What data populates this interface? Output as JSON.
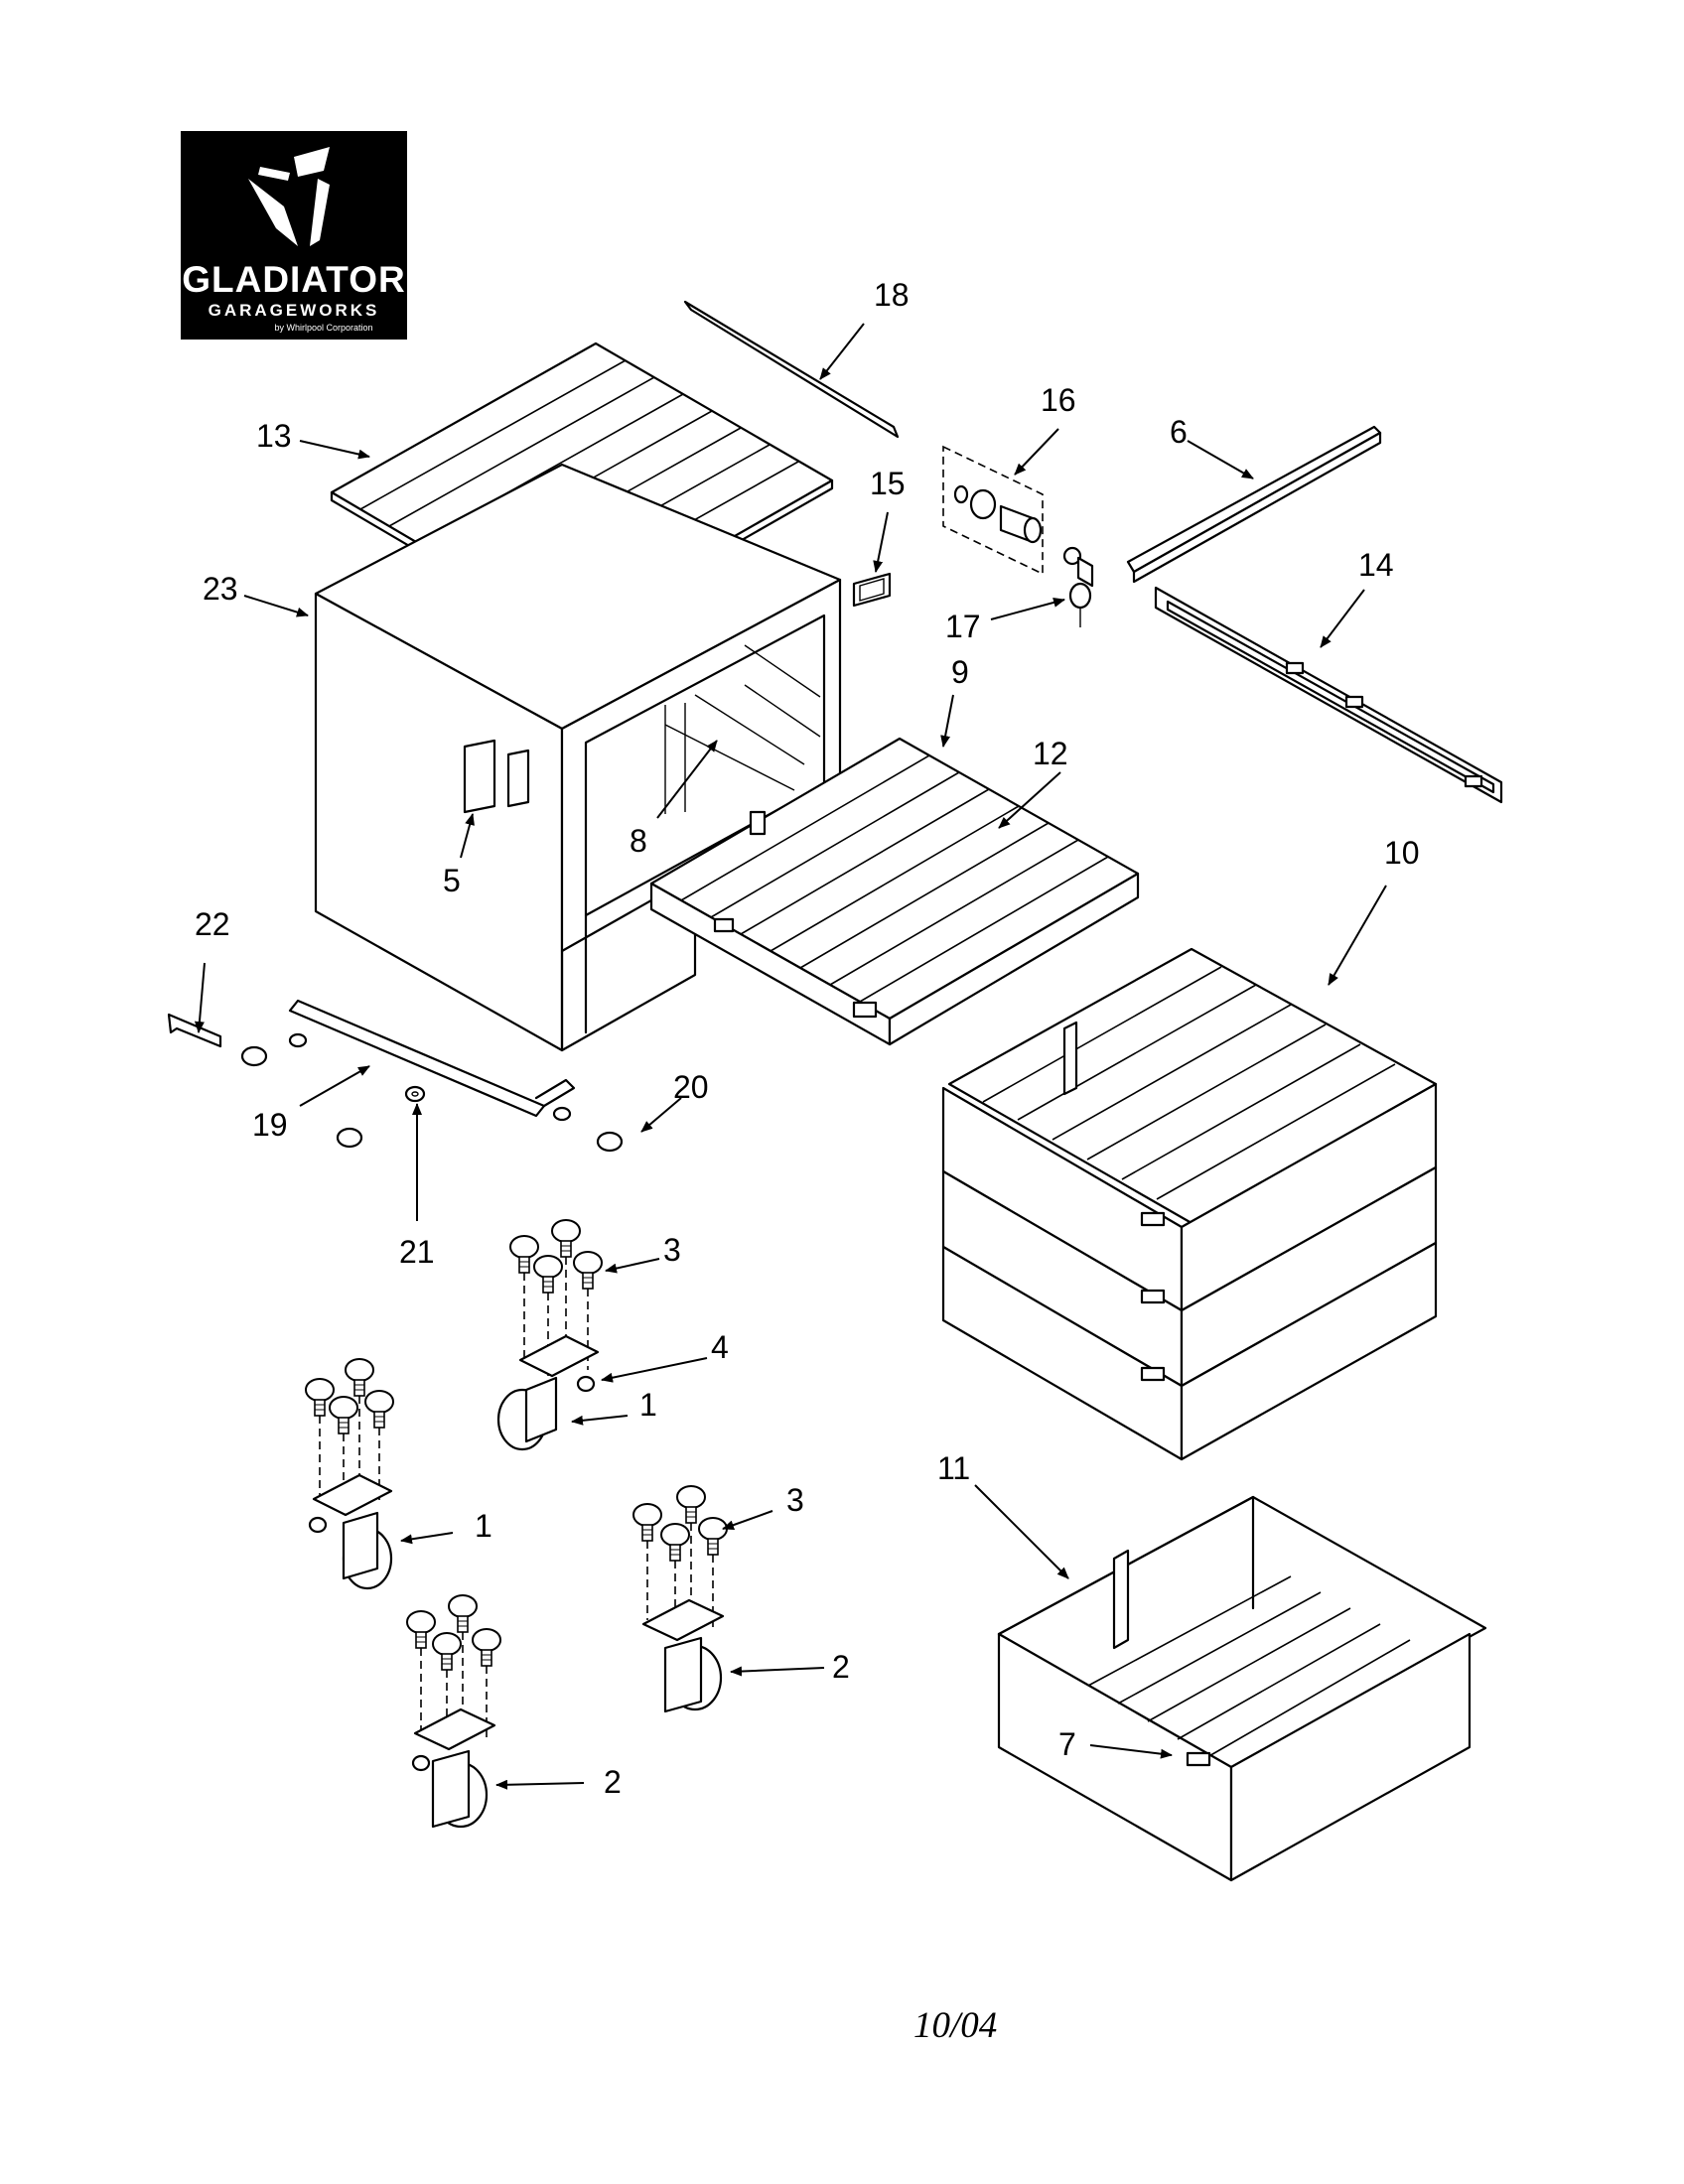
{
  "logo": {
    "brand": "GLADIATOR",
    "sub": "GARAGEWORKS",
    "corp": "by Whirlpool Corporation",
    "background": "#000000"
  },
  "callouts": {
    "c1a": "1",
    "c1b": "1",
    "c2a": "2",
    "c2b": "2",
    "c3a": "3",
    "c3b": "3",
    "c4": "4",
    "c5": "5",
    "c6": "6",
    "c7": "7",
    "c8": "8",
    "c9": "9",
    "c10": "10",
    "c11": "11",
    "c12": "12",
    "c13": "13",
    "c14": "14",
    "c15": "15",
    "c16": "16",
    "c17": "17",
    "c18": "18",
    "c19": "19",
    "c20": "20",
    "c21": "21",
    "c22": "22",
    "c23": "23"
  },
  "date_code": "10/04"
}
